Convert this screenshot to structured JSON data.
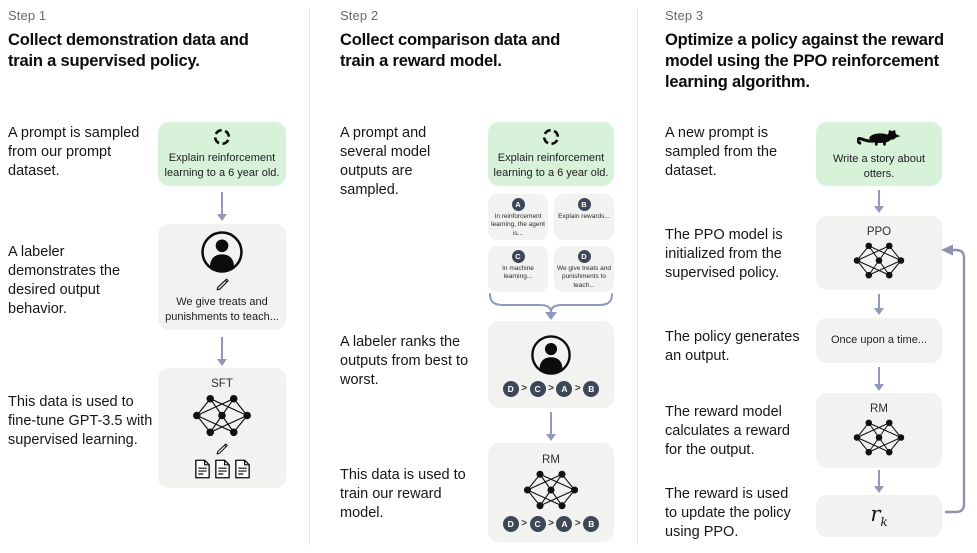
{
  "diagram": {
    "columns": [
      {
        "step_label": "Step 1",
        "title": "Collect demonstration data and train a supervised policy.",
        "captions": {
          "prompt": "A prompt is sampled from our prompt dataset.",
          "labeler": "A labeler demonstrates the desired output behavior.",
          "data": "This data is used to fine-tune GPT-3.5 with supervised learning."
        },
        "prompt_box_text": "Explain reinforcement learning to a 6 year old.",
        "labeler_box_text": "We give treats and punishments to teach...",
        "model_box_label": "SFT"
      },
      {
        "step_label": "Step 2",
        "title": "Collect comparison data and train a reward model.",
        "captions": {
          "prompt": "A prompt and several model outputs are sampled.",
          "rank": "A labeler ranks the outputs from best to worst.",
          "data": "This data is used to train our reward model."
        },
        "prompt_box_text": "Explain reinforcement learning to a 6 year old.",
        "outputs": [
          {
            "id": "A",
            "text": "In reinforcement learning, the agent is..."
          },
          {
            "id": "B",
            "text": "Explain rewards..."
          },
          {
            "id": "C",
            "text": "In machine learning..."
          },
          {
            "id": "D",
            "text": "We give treats and punishments to teach..."
          }
        ],
        "ranking": [
          "D",
          "C",
          "A",
          "B"
        ],
        "ranking_separator": ">",
        "model_box_label": "RM"
      },
      {
        "step_label": "Step 3",
        "title": "Optimize a policy against the reward model using the PPO reinforcement learning algorithm.",
        "captions": {
          "prompt": "A new prompt is sampled from the dataset.",
          "init": "The PPO model is initialized from the supervised policy.",
          "output": "The policy generates an output.",
          "reward": "The reward model calculates a reward for the output.",
          "update": "The reward is used to update the policy using PPO."
        },
        "prompt_box_text": "Write a story about otters.",
        "ppo_box_label": "PPO",
        "output_box_text": "Once upon a time...",
        "rm_box_label": "RM",
        "reward_symbol": {
          "base": "r",
          "sub": "k"
        }
      }
    ],
    "colors": {
      "prompt_box_green": "#d7f2d9",
      "model_box_gray": "#f2f2f0",
      "rank_chip_navy": "#3e4757",
      "arrow_lavender": "#9298ba"
    }
  }
}
